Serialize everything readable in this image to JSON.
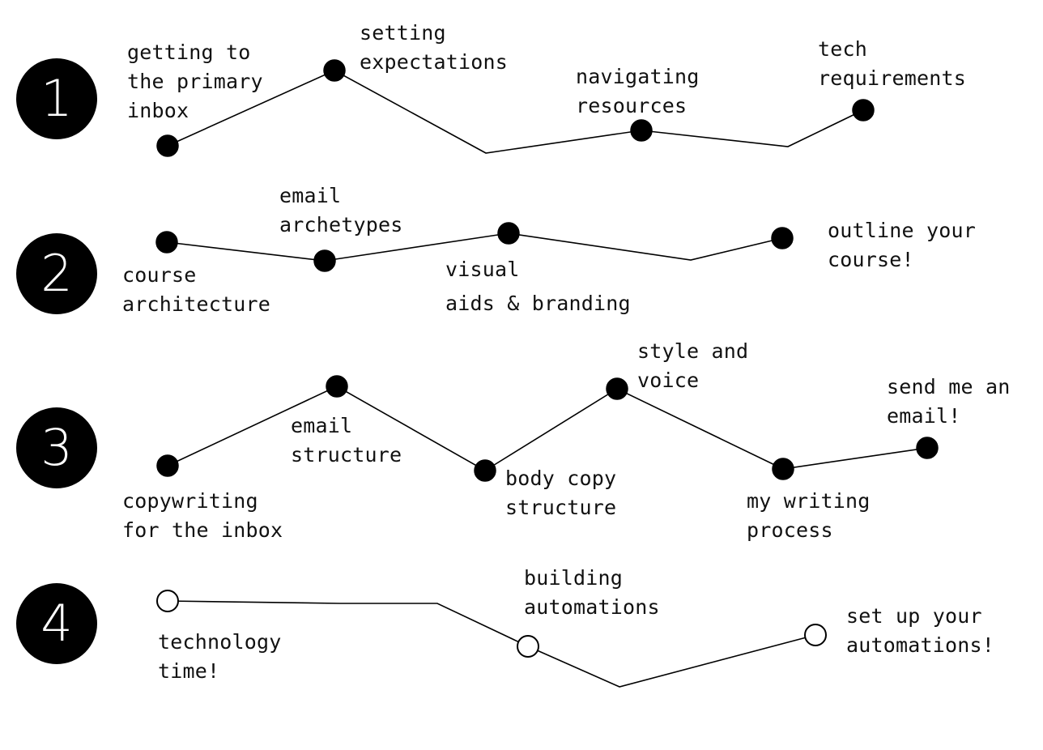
{
  "rows": [
    {
      "number": "1",
      "milestones": [
        {
          "label": "getting to\nthe primary\ninbox",
          "status": "filled"
        },
        {
          "label": "setting\nexpectations",
          "status": "filled"
        },
        {
          "label": "navigating\nresources",
          "status": "filled"
        },
        {
          "label": "tech\nrequirements",
          "status": "filled"
        }
      ]
    },
    {
      "number": "2",
      "milestones": [
        {
          "label": "course\narchitecture",
          "status": "filled"
        },
        {
          "label": "email\narchetypes",
          "status": "filled"
        },
        {
          "label": "visual\naids & branding",
          "status": "filled"
        },
        {
          "label": "outline your\ncourse!",
          "status": "filled"
        }
      ]
    },
    {
      "number": "3",
      "milestones": [
        {
          "label": "copywriting\nfor the inbox",
          "status": "filled"
        },
        {
          "label": "email\nstructure",
          "status": "filled"
        },
        {
          "label": "body copy\nstructure",
          "status": "filled"
        },
        {
          "label": "style and\nvoice",
          "status": "filled"
        },
        {
          "label": "my writing\nprocess",
          "status": "filled"
        },
        {
          "label": "send me an\nemail!",
          "status": "filled"
        }
      ]
    },
    {
      "number": "4",
      "milestones": [
        {
          "label": "technology\ntime!",
          "status": "open"
        },
        {
          "label": "building\nautomations",
          "status": "open"
        },
        {
          "label": "set up your\nautomations!",
          "status": "open"
        }
      ]
    }
  ]
}
